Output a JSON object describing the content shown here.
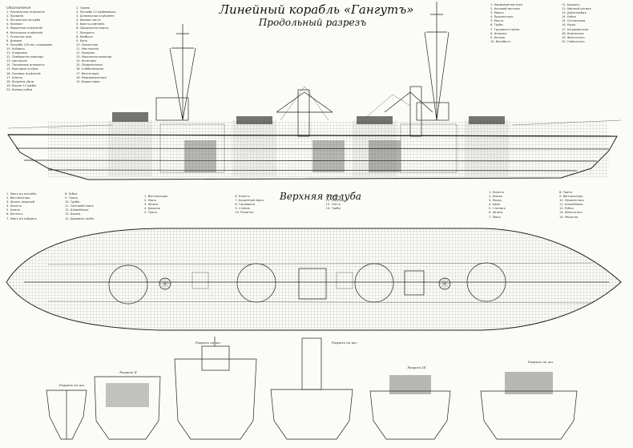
{
  "title": "Линейный корабль «Гангутъ»",
  "subtitle": "Продольный разрезъ",
  "deck_title": "Верхняя палуба",
  "section_labels": [
    "Разрезъ по шп.",
    "Разрезъ II",
    "Разрезъ по шп.",
    "Разрезъ по шп.",
    "Разрезъ III",
    "Разрезъ по шп."
  ],
  "legend_top_left": {
    "heading": "Обозначенія",
    "items": [
      "Румпельное отдѣленіе",
      "Провизія",
      "Патронные погреба",
      "Каземат",
      "Машинное отдѣленіе",
      "Котельное отдѣленіе",
      "Угольные ямы",
      "Динамо",
      "Погреба 120 мм. снарядовъ",
      "Кубрикъ",
      "Кладовыя",
      "Помѣщеніе команды",
      "Цистерны",
      "Торпедные аппараты",
      "Бортовые отсѣки",
      "Носовое отдѣленіе",
      "Шпиль",
      "Якорныя цѣпи",
      "Башня 12 дюйм.",
      "Боевая рубка"
    ]
  },
  "legend_top_mid": {
    "items": [
      "Трюмъ",
      "Погреба 12 дюймовыхъ",
      "Шлюпочное отдѣленіе",
      "Боевыя части",
      "Каютъ-компанія",
      "Офицерскія каюты",
      "Лазаретъ",
      "Камбузъ",
      "Баня",
      "Прачечная",
      "Мастерскія",
      "Карцеръ",
      "Машинная команда",
      "Кочегары",
      "Провизіонная",
      "Хлѣбопекарня",
      "Вентиляція",
      "Рефрижераторъ",
      "Водоотливъ"
    ]
  },
  "legend_top_right": {
    "items": [
      "Кормовой мостикъ",
      "Носовой мостикъ",
      "Марсъ",
      "Прожекторъ",
      "Мачта",
      "Труба",
      "Грузовая стрѣла",
      "Шлюпки",
      "Катеръ",
      "Вельботъ",
      "Баркасъ",
      "Минный катеръ",
      "Дальномѣръ",
      "Рубка",
      "Сигнальная",
      "Радіо",
      "Штурманская",
      "Компасная",
      "Флагштокъ",
      "Гюйсштокъ"
    ]
  },
  "legend_bottom_left": {
    "items": [
      "Люкъ въ погребъ",
      "Вентиляторъ",
      "Шпиль якорный",
      "Кнехты",
      "Клюзъ",
      "Битенгъ",
      "Люкъ въ кубрикъ",
      "Рубка",
      "Трапъ",
      "Грибъ",
      "Световой люкъ",
      "Шлюпбалка",
      "Башня",
      "Дымовая труба"
    ]
  },
  "legend_bottom_mid": {
    "items": [
      "Вентиляторъ",
      "Люкъ",
      "Шпиль",
      "Крышка",
      "Трапъ",
      "Кнехтъ",
      "Башенный люкъ",
      "Горловина",
      "Стрѣла",
      "Решетка",
      "Рубка",
      "Поручни",
      "Тентъ",
      "Грибъ"
    ]
  },
  "legend_bottom_right": {
    "items": [
      "Кнехты",
      "Клюзы",
      "Якорь",
      "Цѣпь",
      "Стопоръ",
      "Шпиль",
      "Люкъ",
      "Трапъ",
      "Вентиляторъ",
      "Прожекторъ",
      "Шлюпбалка",
      "Рубка",
      "Флагштокъ",
      "Решетка"
    ]
  }
}
